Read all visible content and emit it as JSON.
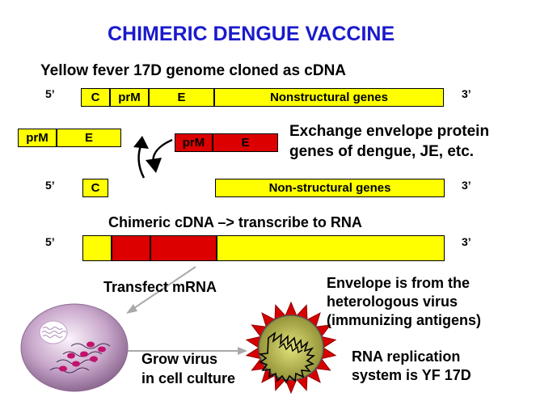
{
  "title": "CHIMERIC DENGUE VACCINE",
  "row1": {
    "heading": "Yellow fever  17D genome cloned as cDNA",
    "end5": "5’",
    "end3": "3’",
    "segments": [
      "C",
      "prM",
      "E",
      "Nonstructural genes"
    ]
  },
  "swap": {
    "left_segments": [
      "prM",
      "E"
    ],
    "right_segments": [
      "prM",
      "E"
    ],
    "text_line1": "Exchange envelope protein",
    "text_line2": "genes of dengue, JE, etc."
  },
  "row2": {
    "end5": "5’",
    "end3": "3’",
    "c_label": "C",
    "ns_label": "Non-structural genes"
  },
  "row3": {
    "heading": "Chimeric cDNA –> transcribe to RNA",
    "end5": "5’",
    "end3": "3’"
  },
  "transfect": "Transfect mRNA",
  "envelope": {
    "line1": "Envelope is from the",
    "line2": "heterologous virus",
    "line3": "(immunizing antigens)"
  },
  "grow": {
    "line1": "Grow virus",
    "line2": "in cell culture"
  },
  "replication": {
    "line1": "RNA replication",
    "line2": "system is YF 17D"
  },
  "colors": {
    "title": "#1a1acc",
    "yellow": "#ffff00",
    "red": "#dd0000",
    "cell": "#b090b8",
    "virus": "#d60000"
  }
}
